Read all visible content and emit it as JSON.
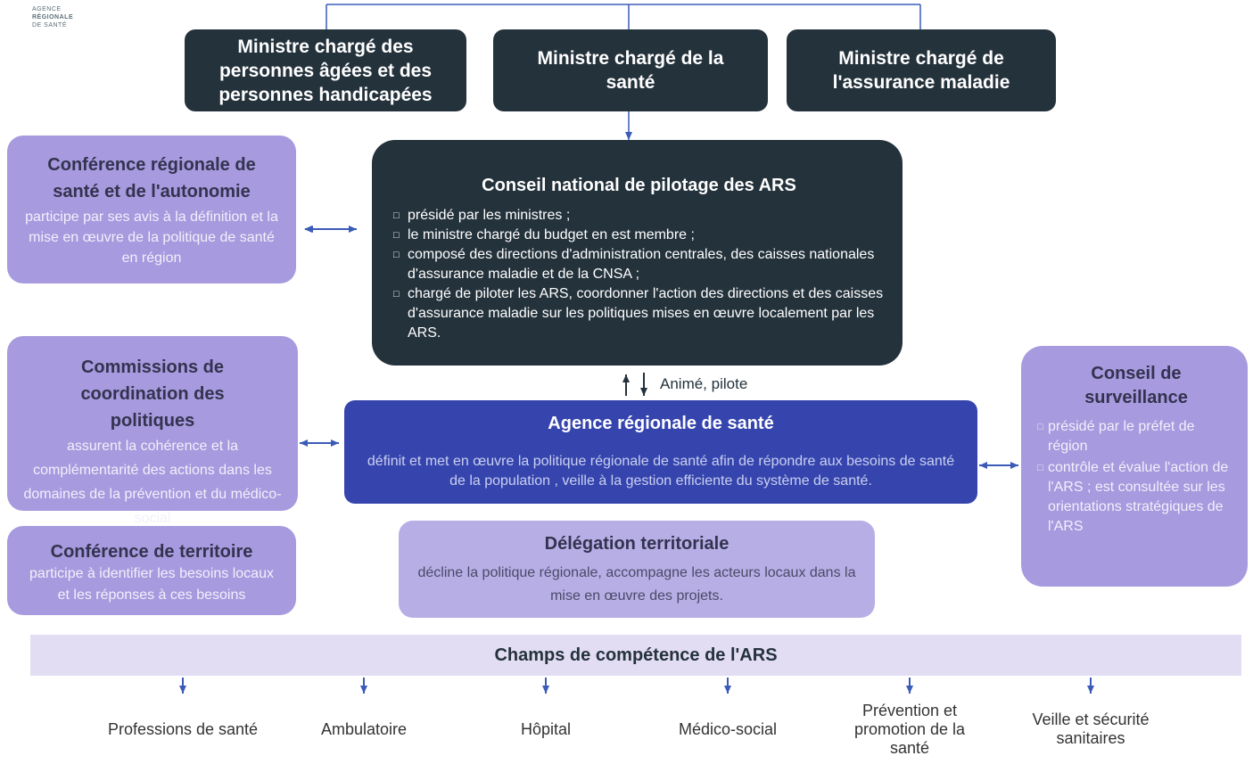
{
  "logo": {
    "lines": [
      "AGENCE",
      "RÉGIONALE",
      "DE SANTÉ"
    ]
  },
  "ministers": [
    {
      "label": "Ministre chargé des personnes âgées et des personnes handicapées"
    },
    {
      "label": "Ministre chargé de la santé"
    },
    {
      "label": "Ministre chargé de l'assurance maladie"
    }
  ],
  "conseil_national": {
    "title": "Conseil national de pilotage des ARS",
    "bullets": [
      "présidé par les ministres ;",
      "le ministre chargé du budget en est membre ;",
      "composé des directions d'administration centrales, des caisses nationales d'assurance maladie et de la CNSA ;",
      "chargé de piloter les ARS, coordonner l'action des directions et des caisses d'assurance maladie sur les politiques mises en œuvre localement par les ARS."
    ]
  },
  "conference_regionale": {
    "title": "Conférence régionale de santé et de l'autonomie",
    "desc": "participe par ses avis à la définition et la mise en œuvre de la politique de santé en région"
  },
  "commissions": {
    "title": "Commissions de coordination des politiques",
    "desc": "assurent la cohérence et la complémentarité des actions dans les domaines de la prévention et du médico-social"
  },
  "conference_territoire": {
    "title": "Conférence de territoire",
    "desc": "participe à identifier les besoins locaux et les réponses à ces besoins"
  },
  "arrow_label": "Animé, pilote",
  "agence": {
    "title": "Agence régionale de santé",
    "desc": "définit et met en œuvre la politique régionale de santé afin de répondre aux besoins de santé de la population , veille à la gestion efficiente du système de santé."
  },
  "delegation": {
    "title": "Délégation territoriale",
    "desc": "décline la politique régionale, accompagne les acteurs locaux dans la mise en œuvre des projets."
  },
  "conseil_surveillance": {
    "title": "Conseil de surveillance",
    "bullets": [
      "présidé par le préfet de région",
      "contrôle et évalue l'action de l'ARS ; est consultée sur les orientations stratégiques de l'ARS"
    ]
  },
  "champs": {
    "title": "Champs de compétence de l'ARS",
    "items": [
      "Professions de santé",
      "Ambulatoire",
      "Hôpital",
      "Médico-social",
      "Prévention et promotion de la santé",
      "Veille et sécurité sanitaires"
    ]
  },
  "colors": {
    "dark": "#24323c",
    "lavender": "#a79ade",
    "blue": "#3645ad",
    "light_lavender": "#b7aee6",
    "connector": "#3b5bb8"
  }
}
